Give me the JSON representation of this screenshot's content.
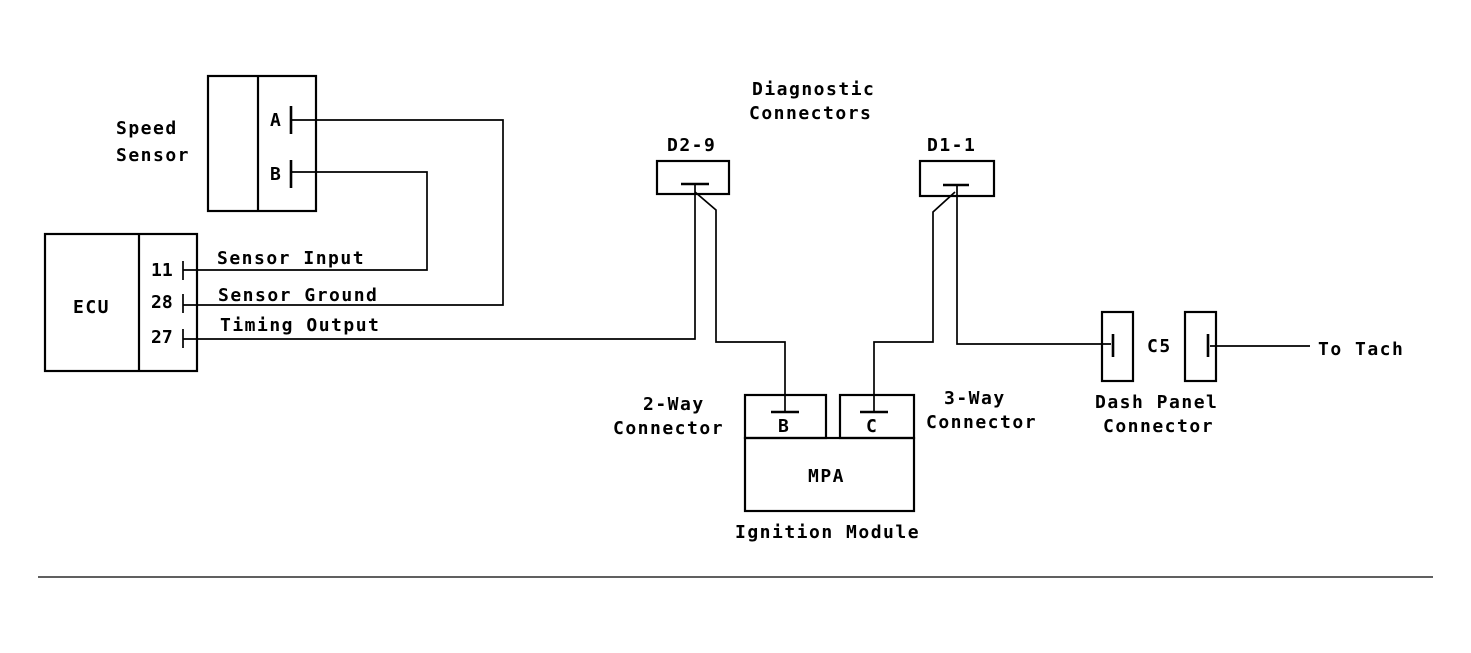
{
  "speed_sensor": {
    "label_line1": "Speed",
    "label_line2": "Sensor",
    "pin_a": "A",
    "pin_b": "B"
  },
  "ecu": {
    "label": "ECU",
    "pin_11": "11",
    "pin_28": "28",
    "pin_27": "27"
  },
  "wires": {
    "sensor_input": "Sensor Input",
    "sensor_ground": "Sensor Ground",
    "timing_output": "Timing Output"
  },
  "diagnostic": {
    "title_line1": "Diagnostic",
    "title_line2": "Connectors",
    "d2_9": "D2-9",
    "d1_1": "D1-1"
  },
  "two_way": {
    "label_line1": "2-Way",
    "label_line2": "Connector",
    "pin": "B"
  },
  "three_way": {
    "label_line1": "3-Way",
    "label_line2": "Connector",
    "pin": "C"
  },
  "ignition_module": {
    "inner_label": "MPA",
    "caption": "Ignition Module"
  },
  "dash_panel": {
    "label_line1": "Dash Panel",
    "label_line2": "Connector",
    "code": "C5"
  },
  "to_tach": "To Tach"
}
